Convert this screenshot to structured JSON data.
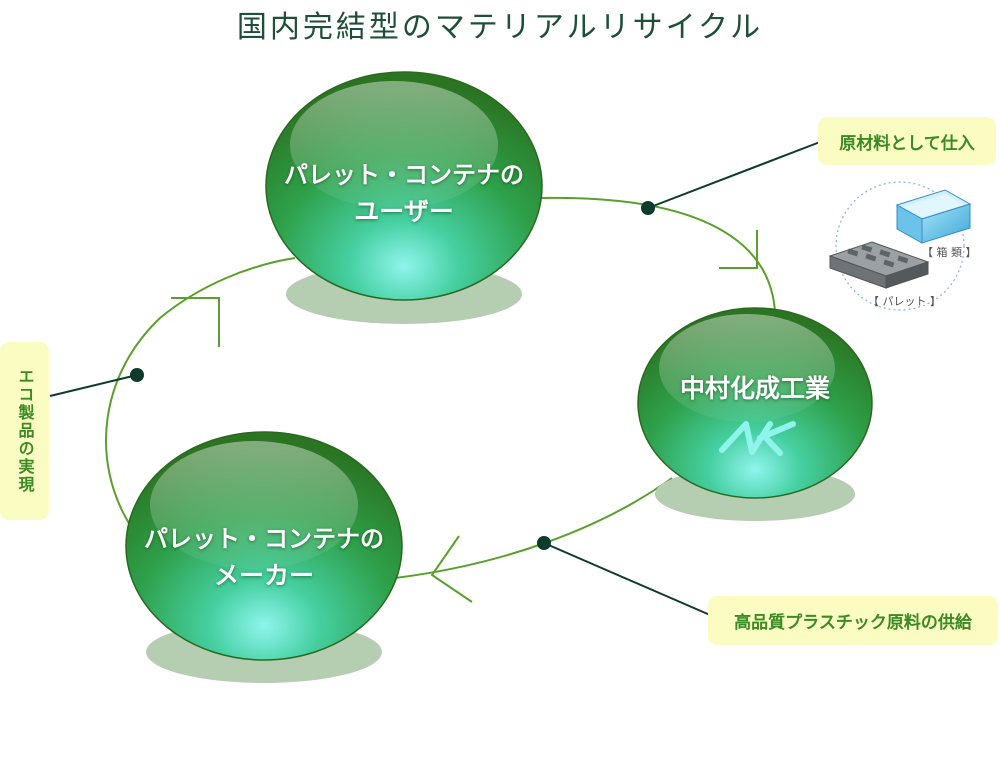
{
  "title": "国内完結型のマテリアルリサイクル",
  "nodes": {
    "user": {
      "line1": "パレット・コンテナの",
      "line2": "ユーザー"
    },
    "nakamura": {
      "line1": "中村化成工業",
      "logo_text": "NK"
    },
    "maker": {
      "line1": "パレット・コンテナの",
      "line2": "メーカー"
    }
  },
  "tags": {
    "raw_material": "原材料として仕入",
    "supply": "高品質プラスチック原料の供給",
    "eco": "エコ製品の実現"
  },
  "product_illustration": {
    "box_label": "【 箱 類 】",
    "pallet_label": "【 パレット 】"
  },
  "colors": {
    "cycle_line": "#5aa02c",
    "connector": "#0d3b2c",
    "bubble_top": "#2f7f22",
    "bubble_bottom": "#7ff0e6",
    "shadow": "#b5cdb0",
    "tag_bg": "#fafcc2",
    "tag_text": "#3b8a24"
  }
}
